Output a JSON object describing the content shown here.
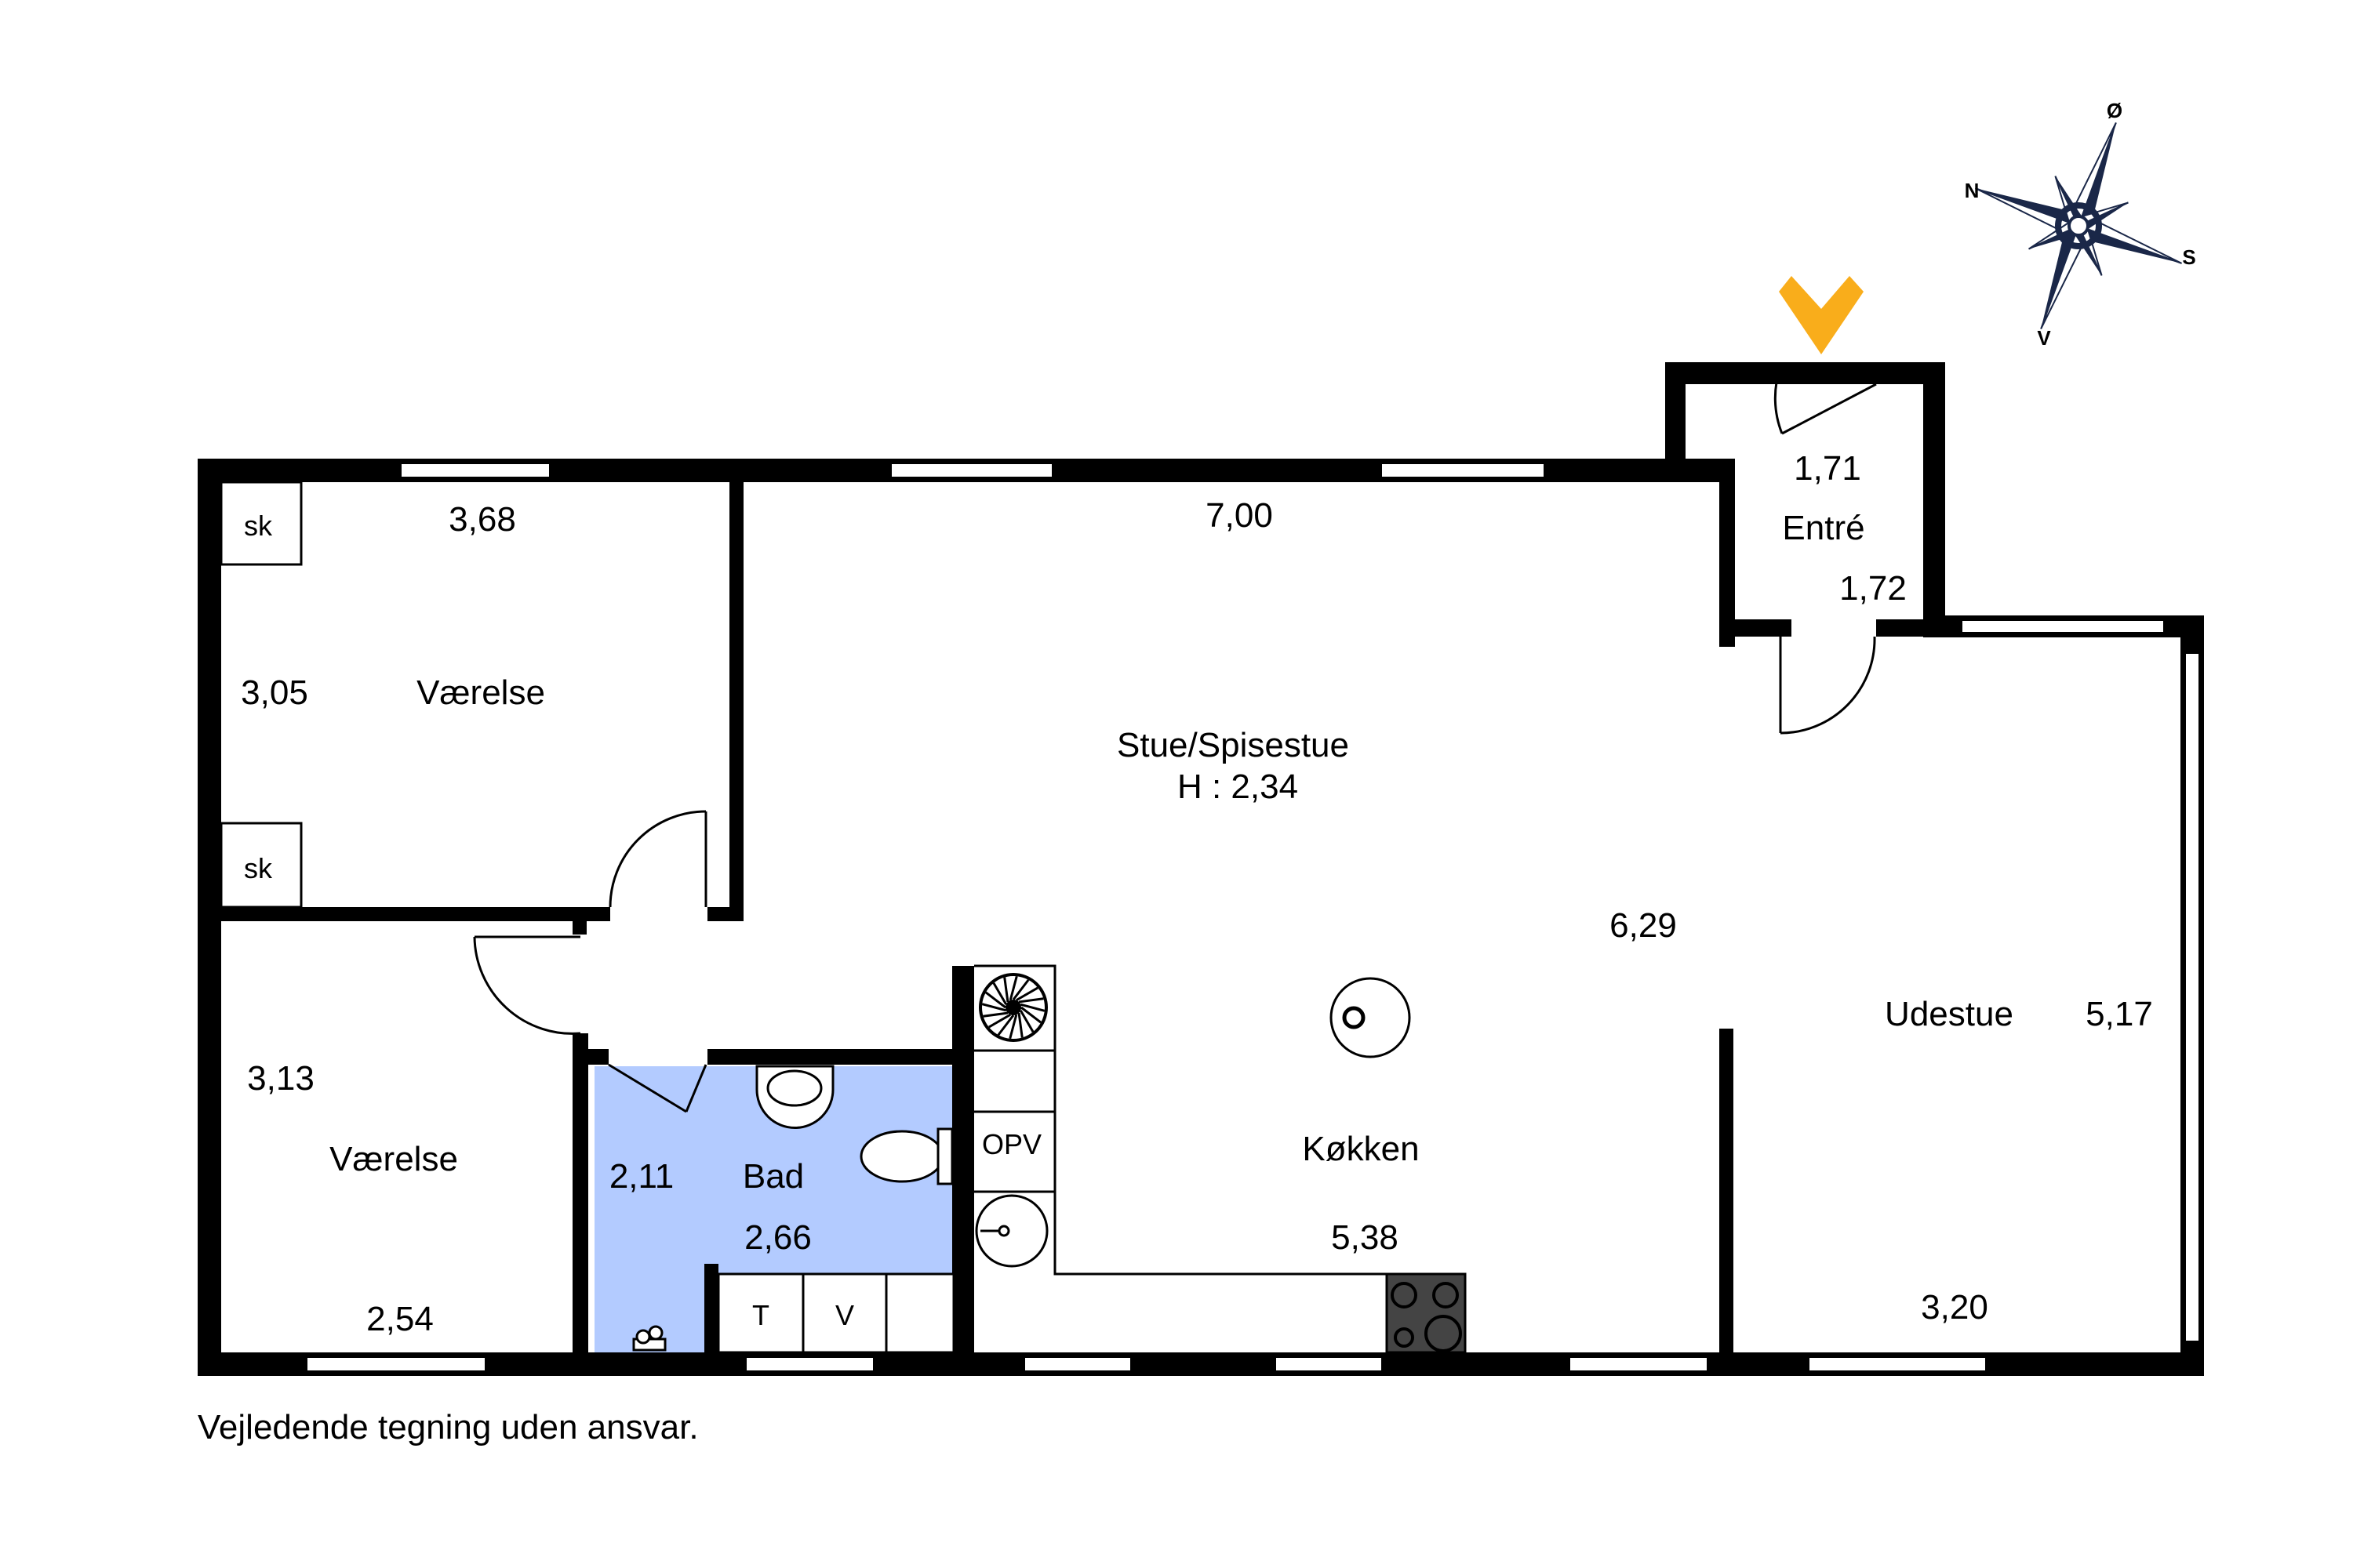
{
  "colors": {
    "wall": "#000000",
    "bathroom_fill": "#b3cbff",
    "entrance_marker": "#f9ad1b",
    "compass_dark": "#1a2748",
    "compass_light": "#ffffff"
  },
  "compass": {
    "north": "N",
    "east": "Ø",
    "south": "S",
    "west": "V"
  },
  "rooms": {
    "vaerelse_1": {
      "name": "Værelse",
      "dim_width": "3,68",
      "dim_length": "3,05",
      "closet_top": "sk",
      "closet_bottom": "sk"
    },
    "vaerelse_2": {
      "name": "Værelse",
      "dim_length": "3,13",
      "dim_width": "2,54"
    },
    "bad": {
      "name": "Bad",
      "dim_a": "2,11",
      "dim_b": "2,66",
      "fixture_t": "T",
      "fixture_v": "V"
    },
    "stue": {
      "name": "Stue/Spisestue",
      "height": "H : 2,34",
      "dim_width": "7,00",
      "dim_length": "6,29"
    },
    "koekken": {
      "name": "Køkken",
      "dim_width": "5,38",
      "fixture_opv": "OPV"
    },
    "entre": {
      "name": "Entré",
      "dim_a": "1,71",
      "dim_b": "1,72"
    },
    "udestue": {
      "name": "Udestue",
      "dim_length": "5,17",
      "dim_width": "3,20"
    }
  },
  "caption": "Vejledende tegning uden ansvar."
}
